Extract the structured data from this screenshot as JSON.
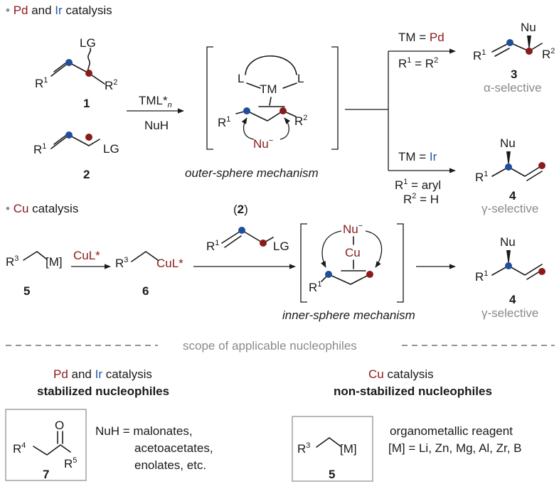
{
  "sections": {
    "pd_ir": {
      "bullet": "•",
      "metal1": "Pd",
      "and": " and ",
      "metal2": "Ir",
      "rest": " catalysis"
    },
    "cu": {
      "bullet": "•",
      "metal": "Cu",
      "rest": " catalysis"
    }
  },
  "top": {
    "cmpd1": "1",
    "cmpd2": "2",
    "lg": "LG",
    "r1": "R",
    "r1_sup": "1",
    "r2": "R",
    "r2_sup": "2",
    "reagent_main": "TML*",
    "reagent_sub": "n",
    "reagent_nuh": "NuH",
    "complex": {
      "l_left": "L",
      "l_right": "L",
      "tm": "TM",
      "nu": "Nu",
      "nu_charge": "−"
    },
    "mech_label": "outer-sphere mechanism",
    "pd_branch": {
      "cond_prefix": "TM = ",
      "cond_metal": "Pd",
      "cond2_a": "R",
      "cond2_sup1": "1",
      "cond2_b": " = R",
      "cond2_sup2": "2",
      "product_nu": "Nu",
      "product_num": "3",
      "selectivity": "α-selective"
    },
    "ir_branch": {
      "cond_prefix": "TM = ",
      "cond_metal": "Ir",
      "cond2_a": "R",
      "cond2_sup": "1",
      "cond2_b": " = aryl",
      "cond3_a": "R",
      "cond3_sup": "2",
      "cond3_b": " = H",
      "product_nu": "Nu",
      "product_num": "4",
      "selectivity": "γ-selective"
    }
  },
  "bottom": {
    "r3": "R",
    "r3_sup": "3",
    "m": "[M]",
    "cmpd5": "5",
    "reagent": "CuL*",
    "cmpd6": "6",
    "cul_label": "CuL*",
    "cmpd2_ref_open": "(",
    "cmpd2_ref_num": "2",
    "cmpd2_ref_close": ")",
    "complex": {
      "nu": "Nu",
      "nu_charge": "−",
      "cu": "Cu"
    },
    "mech_label": "inner-sphere mechanism",
    "product_nu": "Nu",
    "product_num": "4",
    "selectivity": "γ-selective"
  },
  "scope": {
    "divider": "scope of applicable nucleophiles",
    "left": {
      "metal1": "Pd",
      "and": " and ",
      "metal2": "Ir",
      "rest": " catalysis",
      "type": "stabilized nucleophiles",
      "cmpd7": "7",
      "o": "O",
      "r4": "R",
      "r4_sup": "4",
      "r5": "R",
      "r5_sup": "5",
      "nuh_lines": [
        "NuH = malonates,",
        "acetoacetates,",
        "enolates, etc."
      ]
    },
    "right": {
      "metal": "Cu",
      "rest": " catalysis",
      "type": "non-stabilized nucleophiles",
      "cmpd5": "5",
      "r3": "R",
      "r3_sup": "3",
      "m": "[M]",
      "reagent_lines": [
        "organometallic reagent",
        "[M] = Li, Zn, Mg, Al, Zr, B"
      ]
    }
  },
  "colors": {
    "pd": "#8b1a1a",
    "ir": "#1f5aa6",
    "gray": "#8a8a8a",
    "atom_blue": "#1f4e9a",
    "atom_red": "#8b1a1a"
  }
}
